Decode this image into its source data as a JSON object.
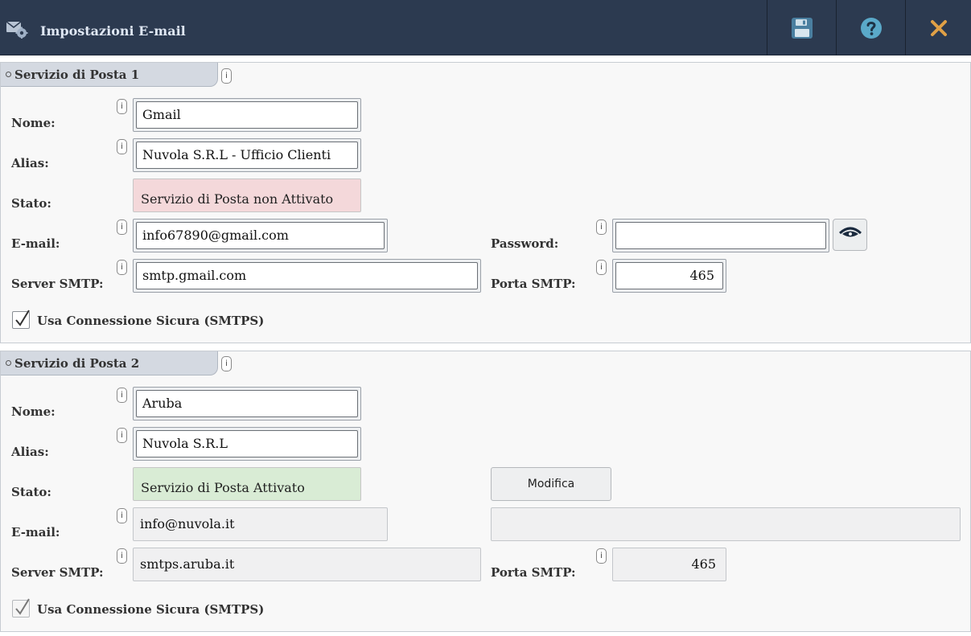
{
  "window": {
    "title": "Impostazioni E-mail",
    "icons": {
      "app": "email-settings-icon",
      "save": "save-icon",
      "help": "help-icon",
      "close": "close-icon"
    },
    "colors": {
      "titlebar": "#2c3a50",
      "save": "#4a7fa0",
      "help": "#5aa9c9",
      "close": "#e0a046"
    }
  },
  "service1": {
    "title": "Servizio di Posta 1",
    "name_label": "Nome:",
    "name_value": "Gmail",
    "alias_label": "Alias:",
    "alias_value": "Nuvola S.R.L - Ufficio Clienti",
    "status_label": "Stato:",
    "status_value": "Servizio di Posta non Attivato",
    "email_label": "E-mail:",
    "email_value": "info67890@gmail.com",
    "password_label": "Password:",
    "password_value": "",
    "smtp_label": "Server SMTP:",
    "smtp_value": "smtp.gmail.com",
    "port_label": "Porta SMTP:",
    "port_value": "465",
    "secure_label": "Usa Connessione Sicura (SMTPS)",
    "secure_checked": true,
    "status_color": "#f4d8da"
  },
  "service2": {
    "title": "Servizio di Posta 2",
    "name_label": "Nome:",
    "name_value": "Aruba",
    "alias_label": "Alias:",
    "alias_value": "Nuvola S.R.L",
    "status_label": "Stato:",
    "status_value": "Servizio di Posta Attivato",
    "edit_button": "Modifica",
    "email_label": "E-mail:",
    "email_value": "info@nuvola.it",
    "password_value": "",
    "smtp_label": "Server SMTP:",
    "smtp_value": "smtps.aruba.it",
    "port_label": "Porta SMTP:",
    "port_value": "465",
    "secure_label": "Usa Connessione Sicura (SMTPS)",
    "secure_checked": true,
    "status_color": "#d9ecd5"
  },
  "info_glyph": "i"
}
